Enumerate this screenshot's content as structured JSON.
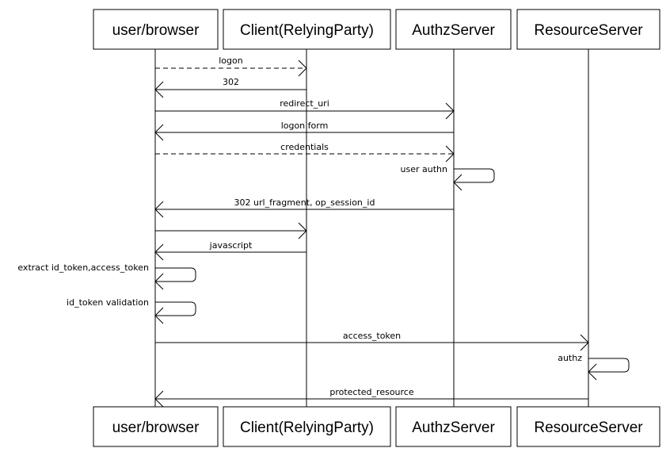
{
  "participants": [
    {
      "id": "user",
      "label": "user/browser"
    },
    {
      "id": "client",
      "label": "Client(RelyingParty)"
    },
    {
      "id": "authz",
      "label": "AuthzServer"
    },
    {
      "id": "resource",
      "label": "ResourceServer"
    }
  ],
  "messages": [
    {
      "from": "user",
      "to": "client",
      "label": "logon",
      "style": "dashed"
    },
    {
      "from": "client",
      "to": "user",
      "label": "302",
      "style": "solid"
    },
    {
      "from": "user",
      "to": "authz",
      "label": "redirect_uri",
      "style": "solid"
    },
    {
      "from": "authz",
      "to": "user",
      "label": "logon form",
      "style": "solid"
    },
    {
      "from": "user",
      "to": "authz",
      "label": "credentials",
      "style": "dashed"
    },
    {
      "from": "authz",
      "to": "authz",
      "label": "user authn",
      "style": "self"
    },
    {
      "from": "authz",
      "to": "user",
      "label": "302 url_fragment, op_session_id",
      "style": "solid"
    },
    {
      "from": "user",
      "to": "client",
      "label": "",
      "style": "solid"
    },
    {
      "from": "client",
      "to": "user",
      "label": "javascript",
      "style": "solid"
    },
    {
      "from": "user",
      "to": "user",
      "label": "extract id_token,access_token",
      "style": "self"
    },
    {
      "from": "user",
      "to": "user",
      "label": "id_token validation",
      "style": "self"
    },
    {
      "from": "user",
      "to": "resource",
      "label": "access_token",
      "style": "solid"
    },
    {
      "from": "resource",
      "to": "resource",
      "label": "authz",
      "style": "self"
    },
    {
      "from": "resource",
      "to": "user",
      "label": "protected_resource",
      "style": "solid"
    }
  ]
}
